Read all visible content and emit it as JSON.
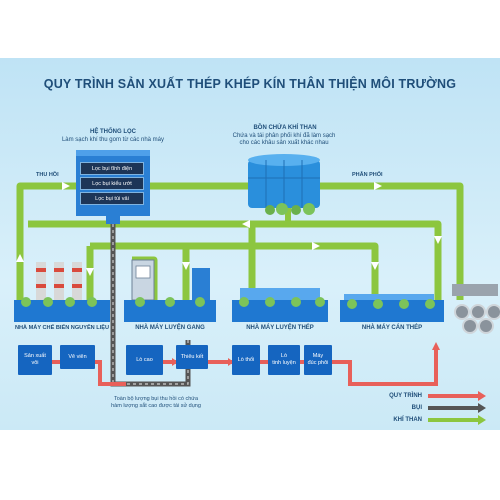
{
  "title": "QUY TRÌNH SẢN XUẤT THÉP KHÉP KÍN THÂN THIỆN MÔI TRƯỜNG",
  "filter_system": {
    "heading": "HỆ THỐNG LỌC",
    "description": "Làm sạch khí thu gom từ các nhà máy",
    "filters": [
      "Lọc bụi tĩnh điện",
      "Lọc bụi kiểu ướt",
      "Lọc bụi túi vải"
    ]
  },
  "gas_tank": {
    "heading": "BỒN CHỨA KHÍ THAN",
    "description_line1": "Chứa và tái phân phối khí đã làm sạch",
    "description_line2": "cho các khâu sản xuất khác nhau"
  },
  "flow_labels": {
    "recover": "THU HỒI",
    "distribute": "PHÂN PHỐI"
  },
  "plants": [
    "NHÀ MÁY CHẾ BIẾN NGUYÊN LIỆU",
    "NHÀ MÁY LUYỆN GANG",
    "NHÀ MÁY LUYỆN THÉP",
    "NHÀ MÁY CÁN THÉP"
  ],
  "process_boxes": [
    [
      "Sản xuất",
      "vôi"
    ],
    [
      "Vê viên"
    ],
    [
      "Lò cao"
    ],
    [
      "Thiêu kết"
    ],
    [
      "Lò thổi"
    ],
    [
      "Lò",
      "tinh luyện"
    ],
    [
      "Máy",
      "đúc phôi"
    ]
  ],
  "dust_note_line1": "Toàn bộ lượng bụi thu hồi có chứa",
  "dust_note_line2": "hàm lượng sắt cao được tái sử dụng",
  "legend": [
    {
      "label": "QUY TRÌNH",
      "color": "#e8605a"
    },
    {
      "label": "BỤI",
      "color": "#555555"
    },
    {
      "label": "KHÍ THAN",
      "color": "#8cc63f"
    }
  ]
}
